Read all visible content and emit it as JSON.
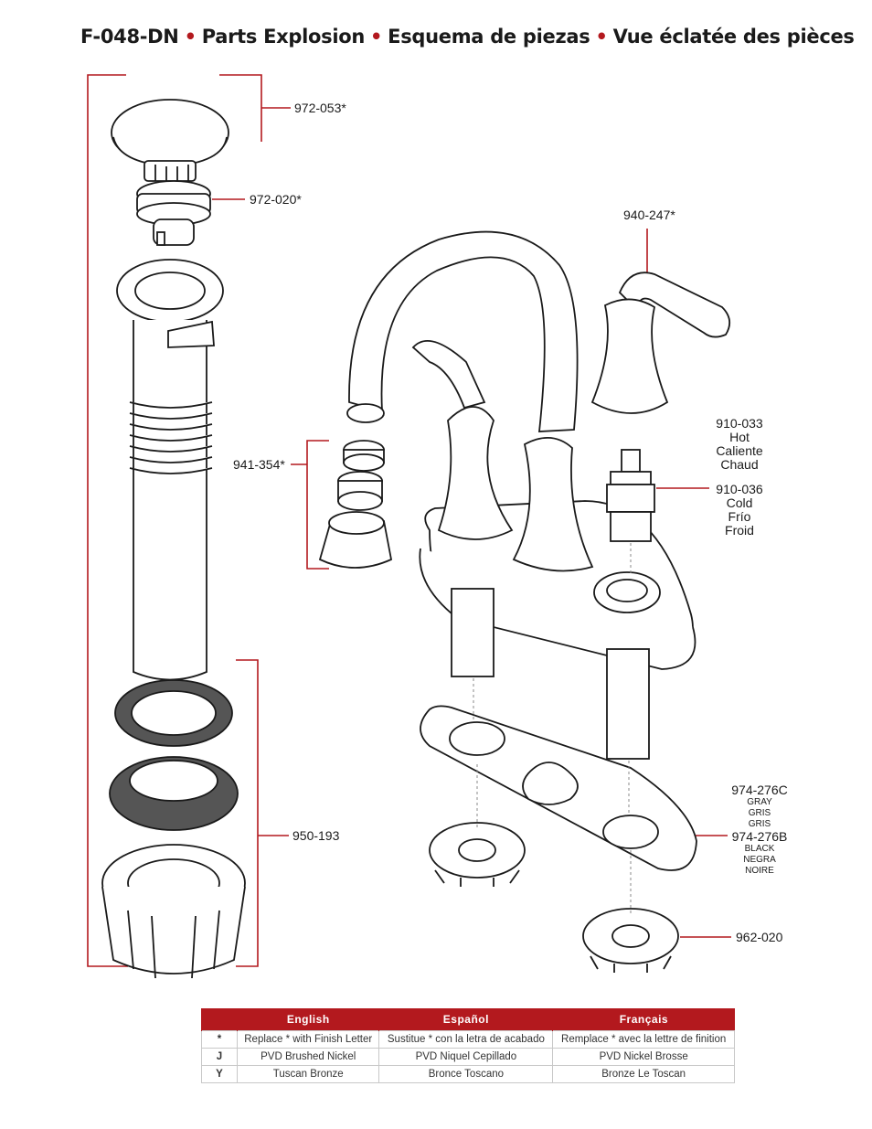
{
  "header": {
    "model": "F-048-DN",
    "sep": "•",
    "title_en": "Parts Explosion",
    "title_es": "Esquema de piezas",
    "title_fr": "Vue éclatée des pièces"
  },
  "parts": {
    "p972_053": "972-053*",
    "p972_020": "972-020*",
    "p940_247": "940-247*",
    "p941_354": "941-354*",
    "p910_033": {
      "code": "910-033",
      "en": "Hot",
      "es": "Caliente",
      "fr": "Chaud"
    },
    "p910_036": {
      "code": "910-036",
      "en": "Cold",
      "es": "Frío",
      "fr": "Froid"
    },
    "p950_193": "950-193",
    "p974_276C": {
      "code": "974-276C",
      "en": "GRAY",
      "es": "GRIS",
      "fr": "GRIS"
    },
    "p974_276B": {
      "code": "974-276B",
      "en": "BLACK",
      "es": "NEGRA",
      "fr": "NOIRE"
    },
    "p962_020": "962-020"
  },
  "legend": {
    "headers": [
      "English",
      "Español",
      "Français"
    ],
    "rows": [
      {
        "code": "*",
        "en": "Replace * with Finish Letter",
        "es": "Sustitue * con la letra de acabado",
        "fr": "Remplace * avec la lettre de finition"
      },
      {
        "code": "J",
        "en": "PVD Brushed Nickel",
        "es": "PVD Niquel Cepillado",
        "fr": "PVD Nickel Brosse"
      },
      {
        "code": "Y",
        "en": "Tuscan Bronze",
        "es": "Bronce Toscano",
        "fr": "Bronze Le Toscan"
      }
    ]
  },
  "colors": {
    "accent": "#b3191e",
    "line": "#1a1a1a",
    "gasket": "#555555"
  }
}
